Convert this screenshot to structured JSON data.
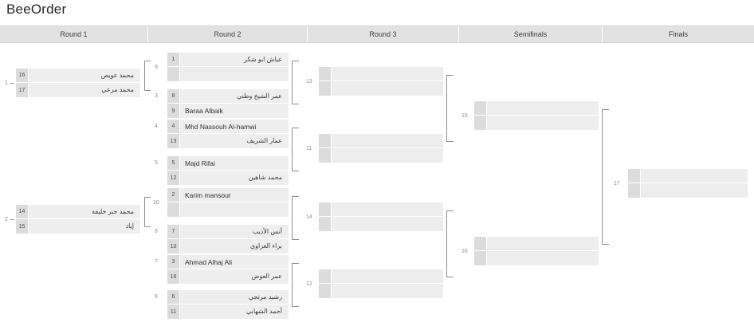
{
  "app": {
    "title": "BeeOrder"
  },
  "header": {
    "rounds": [
      {
        "label": "Round 1"
      },
      {
        "label": "Round 2"
      },
      {
        "label": "Round 3"
      },
      {
        "label": "Semifinals"
      },
      {
        "label": "Finals"
      }
    ]
  },
  "bracket": {
    "round1": {
      "matches": [
        {
          "number": "1",
          "slots": [
            {
              "seed": "16",
              "name": "محمد عويص",
              "rtl": true
            },
            {
              "seed": "17",
              "name": "محمد مرعي",
              "rtl": true
            }
          ]
        },
        {
          "number": "2",
          "slots": [
            {
              "seed": "14",
              "name": "محمد جبر خليفة",
              "rtl": true
            },
            {
              "seed": "15",
              "name": "إياد",
              "rtl": true
            }
          ]
        }
      ]
    },
    "round2": {
      "matches": [
        {
          "number": "9",
          "slots": [
            {
              "seed": "1",
              "name": "عياش ابو شكر",
              "rtl": true
            },
            {
              "seed": "",
              "name": "",
              "rtl": false,
              "empty": true
            }
          ]
        },
        {
          "number": "3",
          "slots": [
            {
              "seed": "8",
              "name": "عمر الشيخ وطني",
              "rtl": true
            },
            {
              "seed": "9",
              "name": "Baraa Albaik",
              "rtl": false
            }
          ]
        },
        {
          "number": "4",
          "slots": [
            {
              "seed": "4",
              "name": "Mhd Nassouh Al-hamwi",
              "rtl": false
            },
            {
              "seed": "13",
              "name": "عمار الشريف",
              "rtl": true
            }
          ]
        },
        {
          "number": "5",
          "slots": [
            {
              "seed": "5",
              "name": "Majd Rifai",
              "rtl": false
            },
            {
              "seed": "12",
              "name": "محمد شاهين",
              "rtl": true
            }
          ]
        },
        {
          "number": "10",
          "slots": [
            {
              "seed": "2",
              "name": "Karim mansour",
              "rtl": false
            },
            {
              "seed": "",
              "name": "",
              "rtl": false,
              "empty": true
            }
          ]
        },
        {
          "number": "6",
          "slots": [
            {
              "seed": "7",
              "name": "أنس الأديب",
              "rtl": true
            },
            {
              "seed": "10",
              "name": "براء الغزاوي",
              "rtl": true
            }
          ]
        },
        {
          "number": "7",
          "slots": [
            {
              "seed": "3",
              "name": "Ahmad Alhaj Ali",
              "rtl": false
            },
            {
              "seed": "16",
              "name": "عمر العوض",
              "rtl": true
            }
          ]
        },
        {
          "number": "8",
          "slots": [
            {
              "seed": "6",
              "name": "رشيد مرتجي",
              "rtl": true
            },
            {
              "seed": "11",
              "name": "أحمد الشهابي",
              "rtl": true
            }
          ]
        }
      ]
    },
    "round3": {
      "matches": [
        {
          "number": "13",
          "slots": [
            {
              "seed": "",
              "name": "",
              "empty": true
            },
            {
              "seed": "",
              "name": "",
              "empty": true
            }
          ]
        },
        {
          "number": "11",
          "slots": [
            {
              "seed": "",
              "name": "",
              "empty": true
            },
            {
              "seed": "",
              "name": "",
              "empty": true
            }
          ]
        },
        {
          "number": "14",
          "slots": [
            {
              "seed": "",
              "name": "",
              "empty": true
            },
            {
              "seed": "",
              "name": "",
              "empty": true
            }
          ]
        },
        {
          "number": "12",
          "slots": [
            {
              "seed": "",
              "name": "",
              "empty": true
            },
            {
              "seed": "",
              "name": "",
              "empty": true
            }
          ]
        }
      ]
    },
    "semifinals": {
      "matches": [
        {
          "number": "15",
          "slots": [
            {
              "seed": "",
              "name": "",
              "empty": true
            },
            {
              "seed": "",
              "name": "",
              "empty": true
            }
          ]
        },
        {
          "number": "16",
          "slots": [
            {
              "seed": "",
              "name": "",
              "empty": true
            },
            {
              "seed": "",
              "name": "",
              "empty": true
            }
          ]
        }
      ]
    },
    "finals": {
      "matches": [
        {
          "number": "17",
          "slots": [
            {
              "seed": "",
              "name": "",
              "empty": true
            },
            {
              "seed": "",
              "name": "",
              "empty": true
            }
          ]
        }
      ]
    }
  },
  "colors": {
    "header_bg": "#e2e2e2",
    "slot_bg": "#eeeeee",
    "seed_bg": "#dcdcdc",
    "line": "#8f8f8f",
    "text": "#2f2f2f"
  }
}
